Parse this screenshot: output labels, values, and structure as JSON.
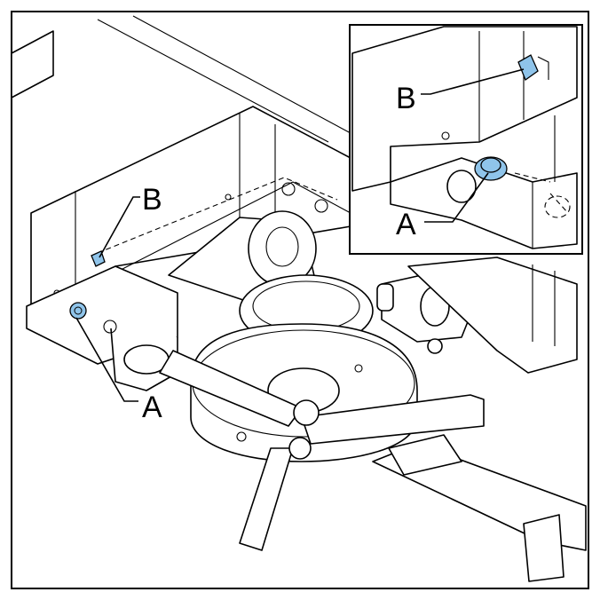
{
  "labels": {
    "main_a": "A",
    "main_b": "B",
    "inset_a": "A",
    "inset_b": "B"
  },
  "colors": {
    "highlight": "#8fc4ea",
    "line": "#000000",
    "background": "#ffffff"
  }
}
